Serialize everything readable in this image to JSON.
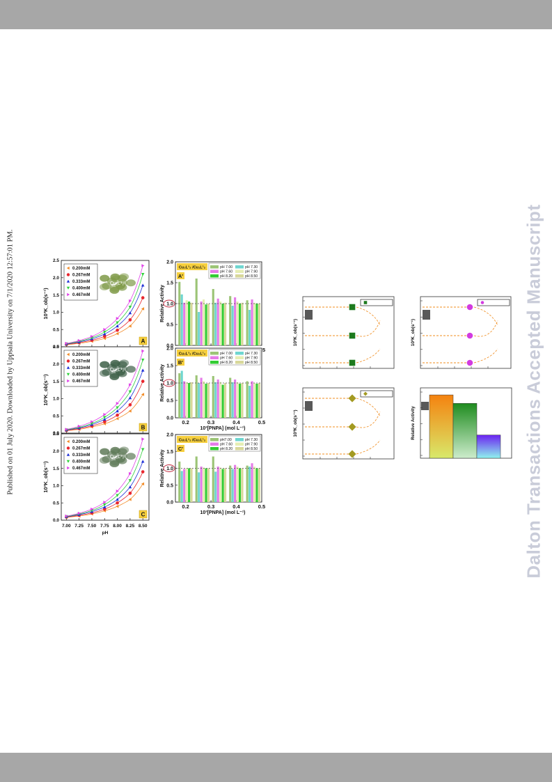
{
  "watermark": "Dalton Transactions Accepted Manuscript",
  "side_note": "Published on 01 July 2020. Downloaded by Uppsala University on 7/1/2020 12:57:01 PM.",
  "colors": {
    "c200": "#f28c28",
    "c267": "#e8262e",
    "c333": "#1d2fd6",
    "c400": "#2fd13a",
    "c467": "#e040e8",
    "ph700": "#9cc476",
    "ph730": "#6fd6d0",
    "ph760": "#e57be8",
    "ph790": "#e6eeb4",
    "ph820": "#33cc33",
    "ph850": "#d8d89a"
  },
  "chart_data": [
    {
      "type": "scatter",
      "panel": "A",
      "complex": "Cu₁L¹₂",
      "xlabel": "pH",
      "ylabel": "10³K_ob(s⁻¹)",
      "x": [
        7.0,
        7.25,
        7.5,
        7.75,
        8.0,
        8.25,
        8.5
      ],
      "xticks": [
        "7.00",
        "7.25",
        "7.50",
        "7.75",
        "8.00",
        "8.25",
        "8.50"
      ],
      "yticks": [
        "0.0",
        "0.5",
        "1.0",
        "1.5",
        "2.0",
        "2.5"
      ],
      "xlim": [
        6.9,
        8.62
      ],
      "ylim": [
        0,
        2.5
      ],
      "series": [
        {
          "name": "0.200mM",
          "values": [
            0.06,
            0.1,
            0.16,
            0.24,
            0.38,
            0.6,
            1.1
          ]
        },
        {
          "name": "0.267mM",
          "values": [
            0.07,
            0.12,
            0.19,
            0.3,
            0.48,
            0.78,
            1.42
          ]
        },
        {
          "name": "0.333mM",
          "values": [
            0.08,
            0.14,
            0.23,
            0.37,
            0.6,
            0.98,
            1.78
          ]
        },
        {
          "name": "0.400mM",
          "values": [
            0.09,
            0.16,
            0.26,
            0.43,
            0.7,
            1.15,
            2.1
          ]
        },
        {
          "name": "0.467mM",
          "values": [
            0.1,
            0.18,
            0.3,
            0.5,
            0.82,
            1.33,
            2.35
          ]
        }
      ]
    },
    {
      "type": "scatter",
      "panel": "B",
      "complex": "Cu₂L¹₂",
      "xlabel": "pH",
      "ylabel": "10³K_ob(s⁻¹)",
      "x": [
        7.0,
        7.25,
        7.5,
        7.75,
        8.0,
        8.25,
        8.5
      ],
      "xticks": [
        "7.00",
        "7.25",
        "7.50",
        "7.75",
        "8.00",
        "8.25",
        "8.50"
      ],
      "yticks": [
        "0.0",
        "0.5",
        "1.0",
        "1.5",
        "2.0",
        "2.5"
      ],
      "xlim": [
        6.9,
        8.62
      ],
      "ylim": [
        0,
        2.5
      ],
      "series": [
        {
          "name": "0.200mM",
          "values": [
            0.07,
            0.11,
            0.18,
            0.27,
            0.42,
            0.64,
            1.12
          ]
        },
        {
          "name": "0.267mM",
          "values": [
            0.08,
            0.13,
            0.21,
            0.33,
            0.52,
            0.82,
            1.5
          ]
        },
        {
          "name": "0.333mM",
          "values": [
            0.09,
            0.15,
            0.25,
            0.4,
            0.64,
            1.02,
            1.82
          ]
        },
        {
          "name": "0.400mM",
          "values": [
            0.1,
            0.17,
            0.28,
            0.46,
            0.74,
            1.2,
            2.12
          ]
        },
        {
          "name": "0.467mM",
          "values": [
            0.11,
            0.2,
            0.33,
            0.54,
            0.86,
            1.4,
            2.38
          ]
        }
      ]
    },
    {
      "type": "scatter",
      "panel": "C",
      "complex": "Cu₂L³₂",
      "xlabel": "pH",
      "ylabel": "10³K_ob(s⁻¹)",
      "x": [
        7.0,
        7.25,
        7.5,
        7.75,
        8.0,
        8.25,
        8.5
      ],
      "xticks": [
        "7.00",
        "7.25",
        "7.50",
        "7.75",
        "8.00",
        "8.25",
        "8.50"
      ],
      "yticks": [
        "0.0",
        "0.5",
        "1.0",
        "1.5",
        "2.0",
        "2.5"
      ],
      "xlim": [
        6.9,
        8.62
      ],
      "ylim": [
        0,
        2.5
      ],
      "series": [
        {
          "name": "0.200mM",
          "values": [
            0.08,
            0.12,
            0.18,
            0.27,
            0.4,
            0.6,
            1.05
          ]
        },
        {
          "name": "0.267mM",
          "values": [
            0.09,
            0.14,
            0.21,
            0.32,
            0.5,
            0.78,
            1.4
          ]
        },
        {
          "name": "0.333mM",
          "values": [
            0.1,
            0.16,
            0.25,
            0.38,
            0.6,
            0.96,
            1.7
          ]
        },
        {
          "name": "0.400mM",
          "values": [
            0.11,
            0.18,
            0.28,
            0.45,
            0.72,
            1.15,
            2.05
          ]
        },
        {
          "name": "0.467mM",
          "values": [
            0.12,
            0.2,
            0.32,
            0.52,
            0.84,
            1.35,
            2.35
          ]
        }
      ]
    },
    {
      "type": "bar",
      "panel": "A'",
      "ratio_label": "Cu₂L³₂ /Cu₁L¹₂",
      "xlabel": "10³[PNPA] (mol L⁻¹)",
      "ylabel": "Relative Activity",
      "categories": [
        0.2,
        0.267,
        0.333,
        0.4,
        0.467
      ],
      "xticks": [
        "0.2",
        "0.3",
        "0.4",
        "0.5"
      ],
      "yticks": [
        "0.0",
        "0.5",
        "1.0",
        "1.5",
        "2.0"
      ],
      "xlim": [
        0.16,
        0.5
      ],
      "ylim": [
        0,
        2.0
      ],
      "reference_line": 1.0,
      "series": [
        {
          "name": "pH 7.00",
          "values": [
            1.52,
            1.6,
            1.35,
            1.18,
            1.08
          ]
        },
        {
          "name": "pH 7.30",
          "values": [
            1.22,
            0.8,
            1.02,
            0.95,
            0.85
          ]
        },
        {
          "name": "pH 7.60",
          "values": [
            1.02,
            1.05,
            1.12,
            1.15,
            1.1
          ]
        },
        {
          "name": "pH 7.90",
          "values": [
            1.08,
            1.1,
            1.05,
            1.05,
            1.02
          ]
        },
        {
          "name": "pH 8.20",
          "values": [
            1.05,
            0.98,
            1.0,
            1.0,
            1.0
          ]
        },
        {
          "name": "pH 8.50",
          "values": [
            1.02,
            1.0,
            1.02,
            1.02,
            1.0
          ]
        }
      ]
    },
    {
      "type": "bar",
      "panel": "B'",
      "ratio_label": "Cu₂L³₂ /Cu₂L¹₂",
      "xlabel": "10³[PNPA] (mol L⁻¹)",
      "ylabel": "Relative Activity",
      "categories": [
        0.2,
        0.267,
        0.333,
        0.4,
        0.467
      ],
      "xticks": [
        "0.2",
        "0.3",
        "0.4",
        "0.5"
      ],
      "yticks": [
        "0.0",
        "0.5",
        "1.0",
        "1.5",
        "2.0"
      ],
      "xlim": [
        0.16,
        0.5
      ],
      "ylim": [
        0,
        2.0
      ],
      "reference_line": 1.0,
      "series": [
        {
          "name": "pH 7.00",
          "values": [
            1.28,
            1.22,
            1.2,
            1.15,
            1.05
          ]
        },
        {
          "name": "pH 7.30",
          "values": [
            1.35,
            1.0,
            1.02,
            1.02,
            0.92
          ]
        },
        {
          "name": "pH 7.60",
          "values": [
            1.05,
            1.15,
            1.1,
            1.1,
            1.05
          ]
        },
        {
          "name": "pH 7.90",
          "values": [
            1.02,
            1.05,
            1.03,
            1.02,
            1.0
          ]
        },
        {
          "name": "pH 8.20",
          "values": [
            1.0,
            0.98,
            0.95,
            0.98,
            0.98
          ]
        },
        {
          "name": "pH 8.50",
          "values": [
            1.02,
            1.0,
            1.0,
            1.0,
            1.0
          ]
        }
      ]
    },
    {
      "type": "bar",
      "panel": "C'",
      "ratio_label": "Cu₂L²₂ /Cu₂L¹₂",
      "xlabel": "10³[PNPA] (mol L⁻¹)",
      "ylabel": "Relative Activity",
      "categories": [
        0.2,
        0.267,
        0.333,
        0.4,
        0.467
      ],
      "xticks": [
        "0.2",
        "0.3",
        "0.4",
        "0.5"
      ],
      "yticks": [
        "0.0",
        "0.5",
        "1.0",
        "1.5",
        "2.0"
      ],
      "xlim": [
        0.16,
        0.5
      ],
      "ylim": [
        0,
        2.0
      ],
      "reference_line": 1.0,
      "series": [
        {
          "name": "pH7.00",
          "values": [
            1.2,
            1.35,
            1.35,
            1.08,
            1.08
          ]
        },
        {
          "name": "pH 7.30",
          "values": [
            0.92,
            0.88,
            0.9,
            0.98,
            1.05
          ]
        },
        {
          "name": "pH 7.60",
          "values": [
            0.98,
            1.05,
            1.05,
            1.1,
            1.15
          ]
        },
        {
          "name": "pH 7.90",
          "values": [
            1.0,
            1.02,
            1.02,
            1.05,
            1.05
          ]
        },
        {
          "name": "pH 8.20",
          "values": [
            1.0,
            1.0,
            0.98,
            1.0,
            1.0
          ]
        },
        {
          "name": "pH 8.50",
          "values": [
            1.0,
            1.0,
            1.0,
            1.0,
            1.0
          ]
        }
      ]
    }
  ],
  "schematic": {
    "ylabel_kob": "10³K_ob(s⁻¹)",
    "ylabel_activity": "Relative Activity",
    "panels": [
      {
        "marker": "square",
        "color": "#1d7a1d"
      },
      {
        "marker": "circle",
        "color": "#d23be0"
      },
      {
        "marker": "diamond",
        "color": "#a39a22"
      }
    ],
    "activity_bars": [
      {
        "value": 0.9,
        "top": "#f5820f",
        "bottom": "#d8e96a"
      },
      {
        "value": 0.78,
        "top": "#1f8c1f",
        "bottom": "#cdeccc"
      },
      {
        "value": 0.33,
        "top": "#6a22f0",
        "bottom": "#8ff3ee"
      }
    ]
  }
}
